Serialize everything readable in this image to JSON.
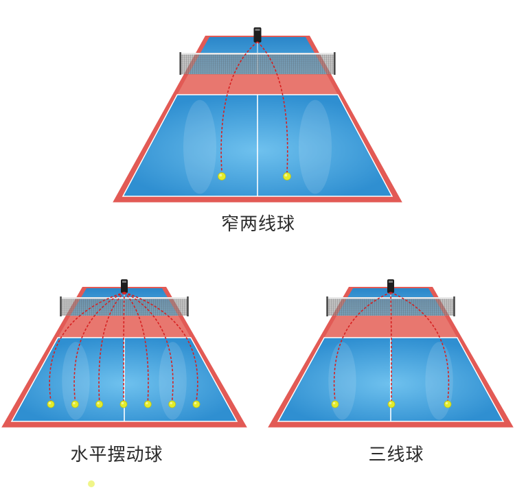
{
  "courts": [
    {
      "id": "top",
      "caption": "窄两线球",
      "ball_count": 2,
      "colors": {
        "outer": "#e25a55",
        "court": "#2f8fd1",
        "court_light": "#6fc1ee",
        "net_zone": "#e8776f",
        "line": "#ffffff",
        "path": "#d62020",
        "ball": "#e3ec2a"
      }
    },
    {
      "id": "bottom-left",
      "caption": "水平摆动球",
      "ball_count": 7,
      "colors": {
        "outer": "#e25a55",
        "court": "#2f8fd1",
        "court_light": "#6fc1ee",
        "net_zone": "#e8776f",
        "line": "#ffffff",
        "path": "#d62020",
        "ball": "#e3ec2a"
      }
    },
    {
      "id": "bottom-right",
      "caption": "三线球",
      "ball_count": 3,
      "colors": {
        "outer": "#e25a55",
        "court": "#2f8fd1",
        "court_light": "#6fc1ee",
        "net_zone": "#e8776f",
        "line": "#ffffff",
        "path": "#d62020",
        "ball": "#e3ec2a"
      }
    }
  ]
}
